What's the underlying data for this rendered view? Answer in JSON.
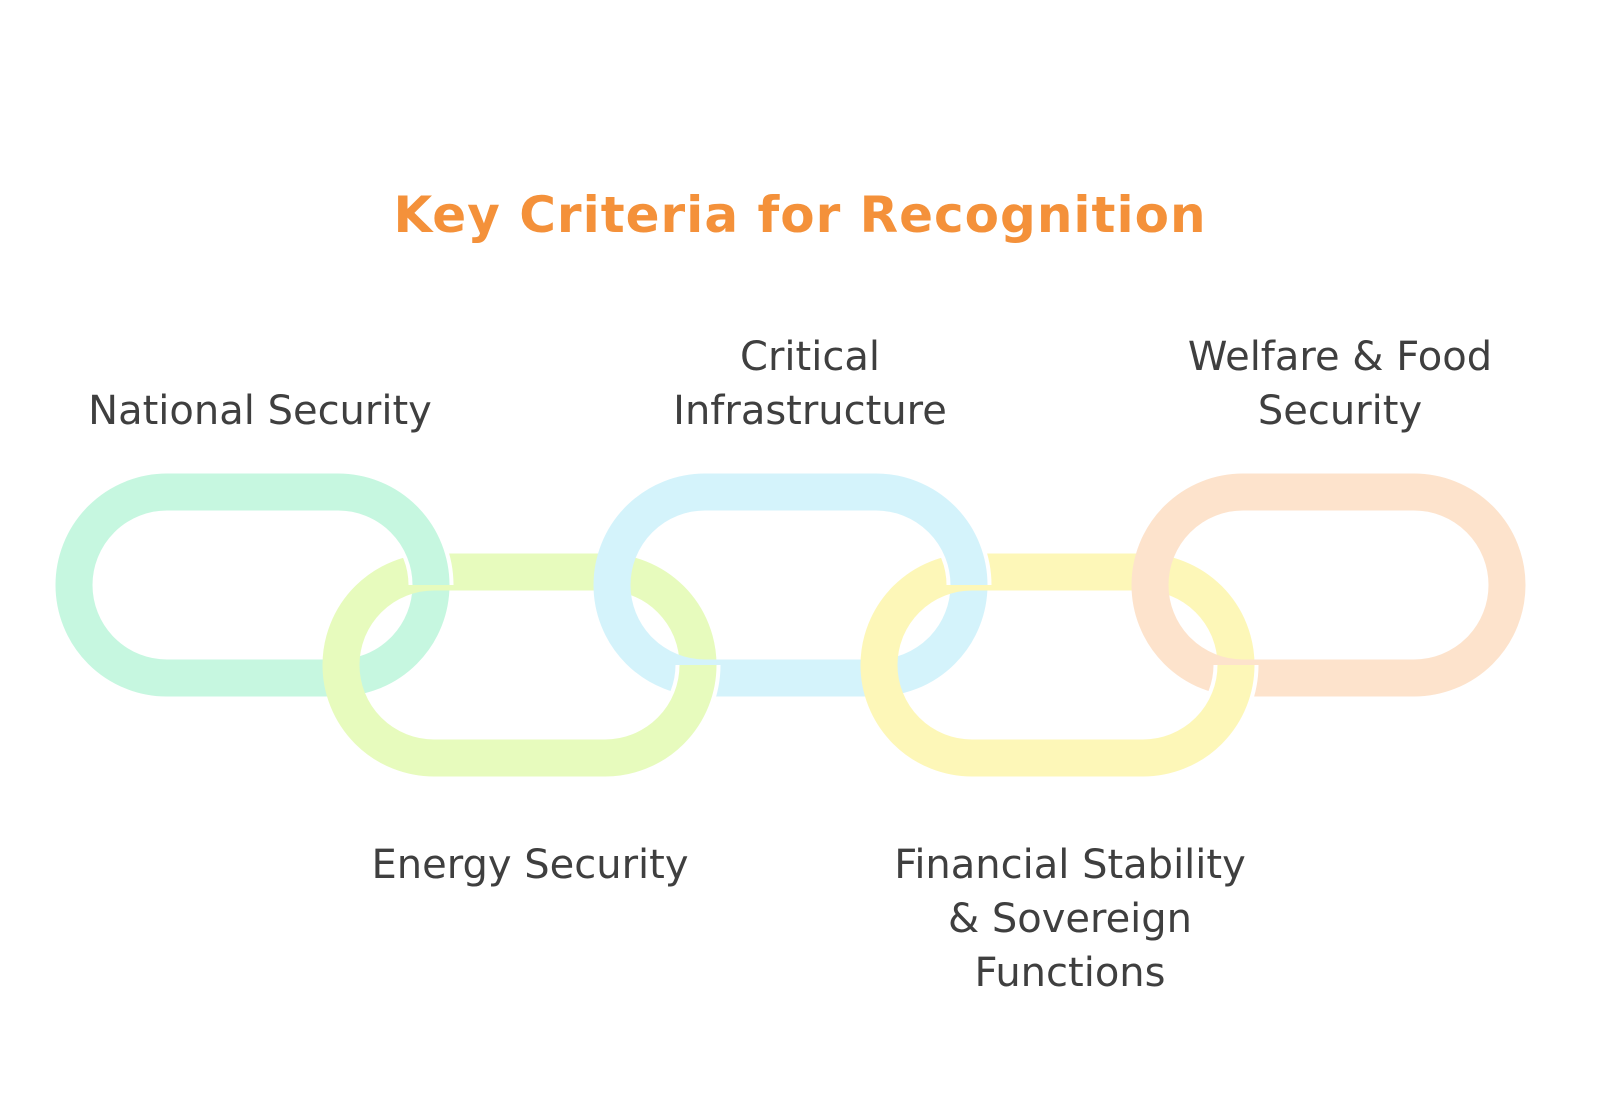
{
  "title": "Key Criteria for Recognition",
  "links": [
    {
      "id": "national",
      "color": "#c6f7e0",
      "lines": [
        "National Security"
      ]
    },
    {
      "id": "energy",
      "color": "#e7fbbd",
      "lines": [
        "Energy Security"
      ]
    },
    {
      "id": "critical",
      "color": "#d4f3fb",
      "lines": [
        "Critical",
        "Infrastructure"
      ]
    },
    {
      "id": "financial",
      "color": "#fdf7b8",
      "lines": [
        "Financial Stability",
        "& Sovereign",
        "Functions"
      ]
    },
    {
      "id": "welfare",
      "color": "#fde3cc",
      "lines": [
        "Welfare & Food",
        "Security"
      ]
    }
  ],
  "colors": {
    "title": "#f4913a",
    "text": "#3f3f3f"
  }
}
